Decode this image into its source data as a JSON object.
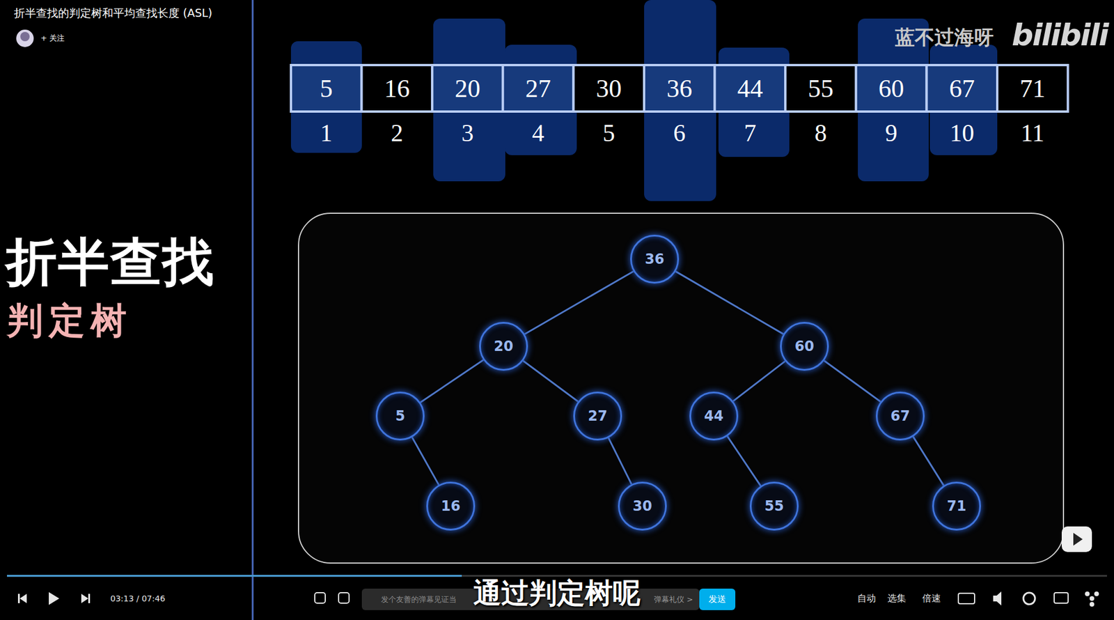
{
  "diagram": {
    "title": "折半查找的判定树和平均查找长度 (ASL)",
    "nodes": [
      {
        "text": [
          "36"
        ]
      },
      {
        "text": [
          "20"
        ]
      },
      {
        "text": [
          "60"
        ]
      },
      {
        "text": [
          "5"
        ]
      },
      {
        "text": [
          "27"
        ]
      },
      {
        "text": [
          "44"
        ]
      },
      {
        "text": [
          "67"
        ]
      },
      {
        "text": [
          "16"
        ]
      },
      {
        "text": [
          "30"
        ]
      },
      {
        "text": [
          "55"
        ]
      },
      {
        "text": [
          "71"
        ]
      }
    ],
    "edges": [
      {
        "from": 0,
        "to": 1,
        "arrow": "none"
      },
      {
        "from": 0,
        "to": 2,
        "arrow": "none"
      },
      {
        "from": 1,
        "to": 3,
        "arrow": "none"
      },
      {
        "from": 1,
        "to": 4,
        "arrow": "none"
      },
      {
        "from": 2,
        "to": 5,
        "arrow": "none"
      },
      {
        "from": 2,
        "to": 6,
        "arrow": "none"
      },
      {
        "from": 3,
        "to": 7,
        "arrow": "none"
      },
      {
        "from": 4,
        "to": 8,
        "arrow": "none"
      },
      {
        "from": 5,
        "to": 9,
        "arrow": "none"
      },
      {
        "from": 6,
        "to": 10,
        "arrow": "none"
      }
    ],
    "labels": [
      "+ 关注",
      "折半查找",
      "判定树",
      "蓝不过海呀",
      "bilibili",
      "5",
      "16",
      "20",
      "27",
      "30",
      "36",
      "44",
      "55",
      "60",
      "67",
      "71",
      "1",
      "2",
      "3",
      "4",
      "5",
      "6",
      "7",
      "8",
      "9",
      "10",
      "11",
      "03:13 / 07:46",
      "发个友善的弹幕见证当",
      "弹幕礼仪 >",
      "发送",
      "自动",
      "选集",
      "倍速",
      "通过判定树呢"
    ]
  }
}
